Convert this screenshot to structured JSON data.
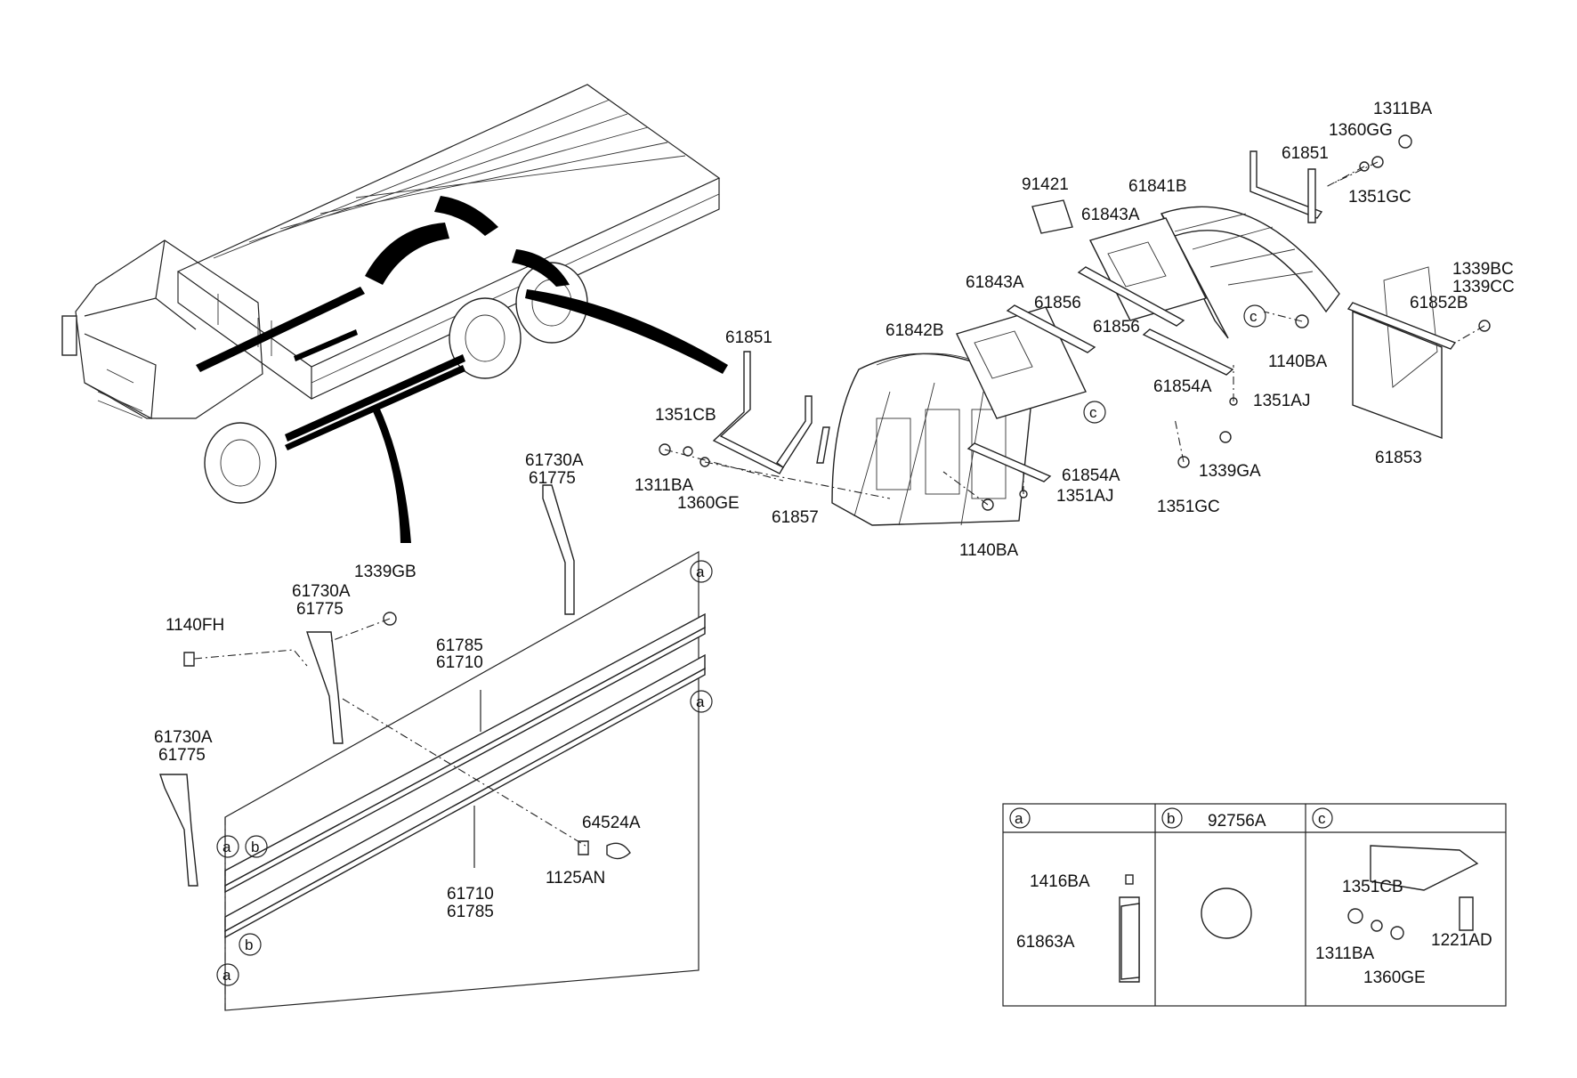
{
  "labels": {
    "p1311BA_top": "1311BA",
    "p1360GG": "1360GG",
    "p61851_top": "61851",
    "p1351GC_top": "1351GC",
    "p91421": "91421",
    "p61841B": "61841B",
    "p61843A_1": "61843A",
    "p61843A_2": "61843A",
    "p61856_1": "61856",
    "p61856_2": "61856",
    "p1339BC": "1339BC",
    "p1339CC": "1339CC",
    "p61852B": "61852B",
    "p1140BA_r": "1140BA",
    "p61854A_r": "61854A",
    "p1351AJ_r": "1351AJ",
    "p61853": "61853",
    "p1339GA": "1339GA",
    "p1351GC_b": "1351GC",
    "p61842B": "61842B",
    "p61851_mid": "61851",
    "p1351CB": "1351CB",
    "p1311BA_l": "1311BA",
    "p1360GE": "1360GE",
    "p61857": "61857",
    "p61854A_m": "61854A",
    "p1351AJ_m": "1351AJ",
    "p1140BA_m": "1140BA",
    "p61730A_1": "61730A",
    "p61775_1": "61775",
    "p1339GB": "1339GB",
    "p61730A_2": "61730A",
    "p61775_2": "61775",
    "p1140FH": "1140FH",
    "p61785_1": "61785",
    "p61710_1": "61710",
    "p61730A_3": "61730A",
    "p61775_3": "61775",
    "p64524A": "64524A",
    "p1125AN": "1125AN",
    "p61710_2": "61710",
    "p61785_2": "61785"
  },
  "refs": {
    "a": "a",
    "b": "b",
    "c": "c"
  },
  "legend": {
    "col_a_ref": "a",
    "col_b_ref": "b",
    "col_b_title": "92756A",
    "col_c_ref": "c",
    "a_1416BA": "1416BA",
    "a_61863A": "61863A",
    "c_1351CB": "1351CB",
    "c_1311BA": "1311BA",
    "c_1221AD": "1221AD",
    "c_1360GE": "1360GE"
  }
}
